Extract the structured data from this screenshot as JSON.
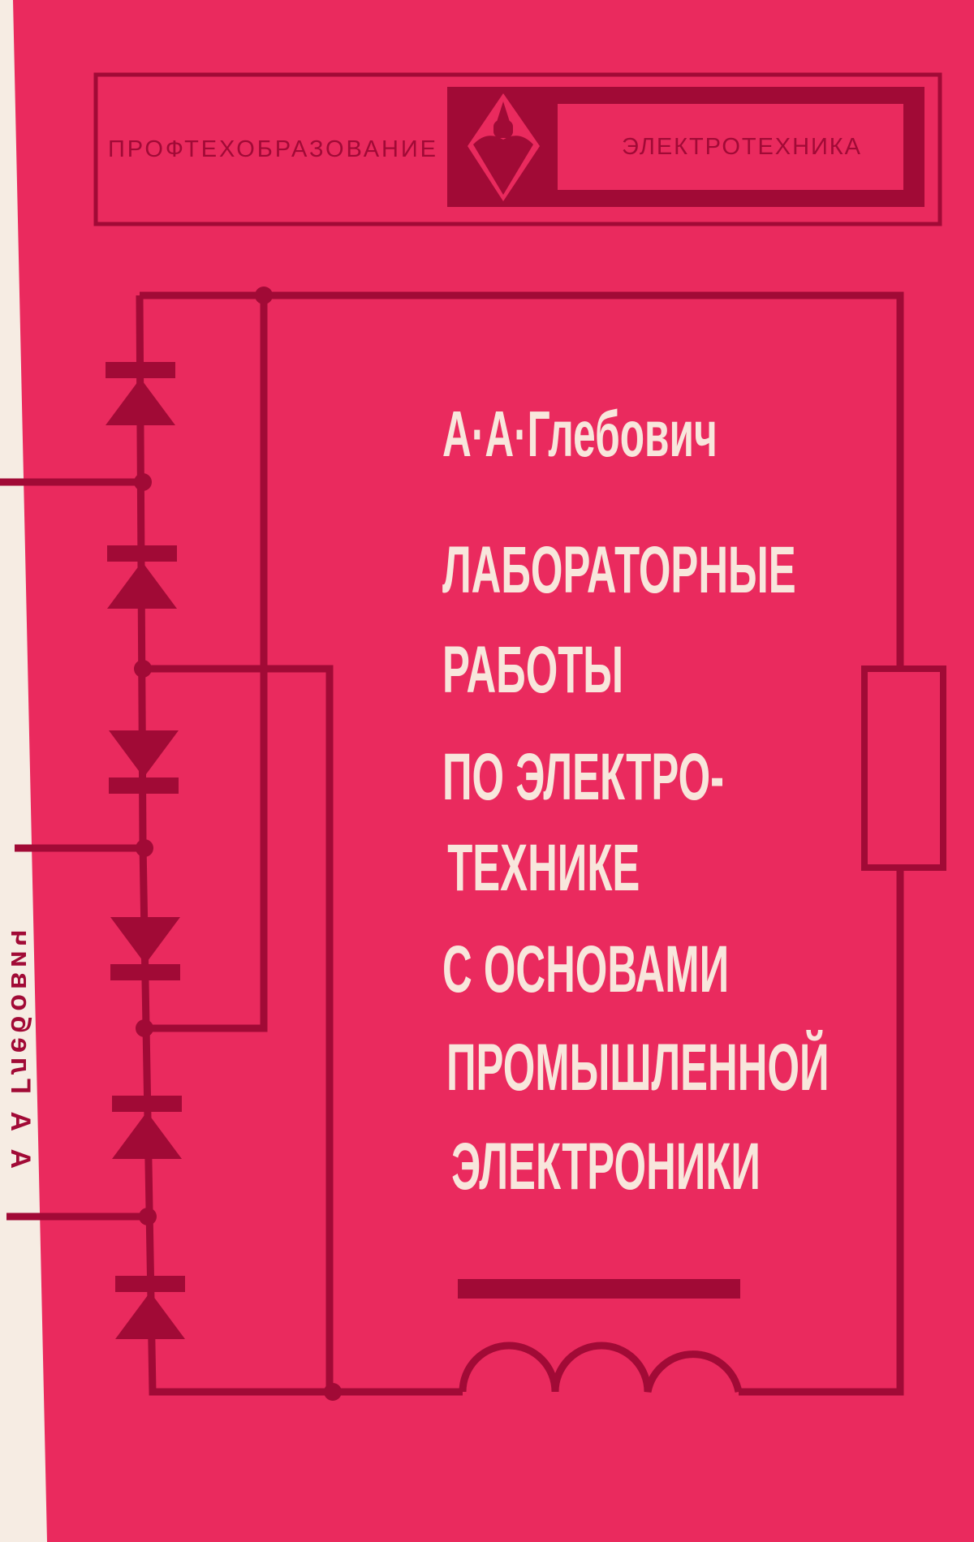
{
  "series": {
    "left_label": "ПРОФТЕХОБРАЗОВАНИЕ",
    "right_label": "ЭЛЕКТРОТЕХНИКА",
    "logo_icon": "diamond-emblem-icon"
  },
  "spine": {
    "author": "А А Глебович"
  },
  "author": "А·А·Глебович",
  "title_lines": [
    "ЛАБОРАТОРНЫЕ",
    "РАБОТЫ",
    "ПО ЭЛЕКТРО-",
    "ТЕХНИКЕ",
    "С ОСНОВАМИ",
    "ПРОМЫШЛЕННОЙ",
    "ЭЛЕКТРОНИКИ"
  ],
  "colors": {
    "background": "#ea2a5e",
    "ink": "#a10a36",
    "paper": "#f6ece3",
    "title": "#f8e6dc"
  }
}
